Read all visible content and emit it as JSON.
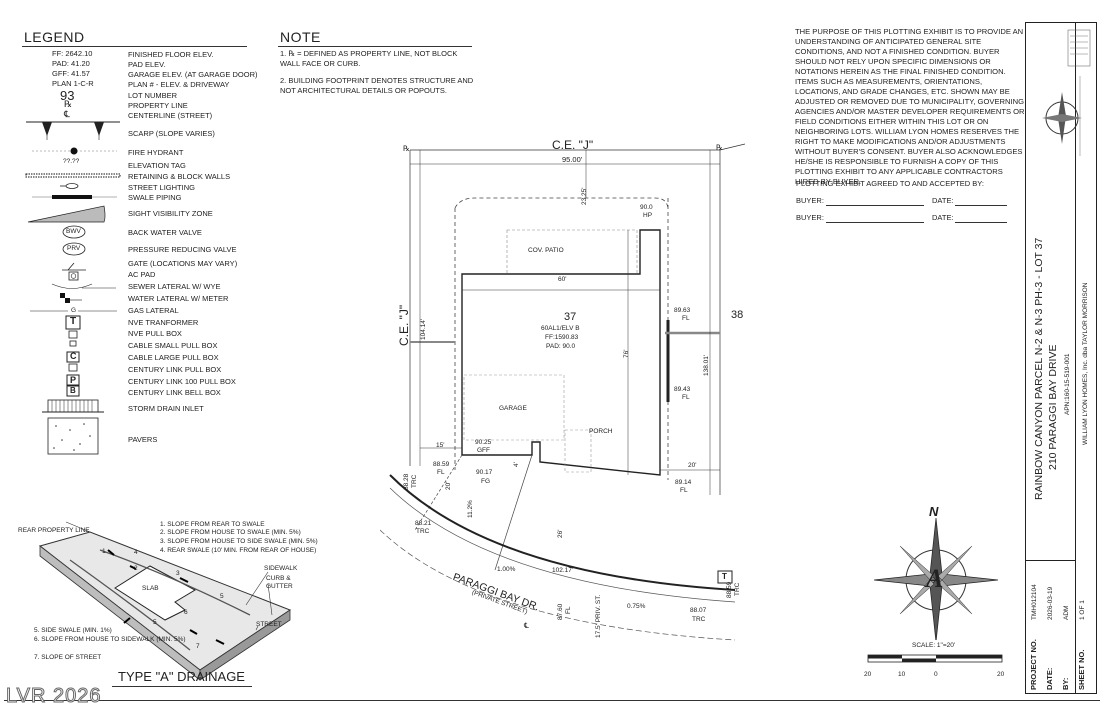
{
  "legend": {
    "title": "LEGEND",
    "lines": [
      {
        "code": "FF: 2642.10",
        "desc": "FINISHED FLOOR ELEV."
      },
      {
        "code": "PAD: 41.20",
        "desc": "PAD ELEV."
      },
      {
        "code": "GFF: 41.57",
        "desc": "GARAGE ELEV. (AT GARAGE DOOR)"
      },
      {
        "code": "PLAN 1-C-R",
        "desc": "PLAN # - ELEV. & DRIVEWAY"
      },
      {
        "code": "93",
        "desc": "LOT NUMBER"
      },
      {
        "code": "℞",
        "desc": "PROPERTY LINE"
      },
      {
        "code": "℄",
        "desc": "CENTERLINE (STREET)"
      }
    ],
    "symbols": [
      "SCARP (SLOPE VARIES)",
      "FIRE HYDRANT",
      "ELEVATION TAG",
      "RETAINING & BLOCK WALLS",
      "STREET LIGHTING",
      "SWALE PIPING",
      "SIGHT VISIBILITY ZONE",
      "BACK WATER VALVE",
      "PRESSURE REDUCING VALVE",
      "GATE (LOCATIONS MAY VARY)",
      "AC PAD",
      "SEWER LATERAL W/ WYE",
      "WATER LATERAL W/ METER",
      "GAS LATERAL",
      "NVE TRANFORMER",
      "NVE PULL BOX",
      "CABLE SMALL PULL BOX",
      "CABLE LARGE PULL BOX",
      "CENTURY LINK PULL BOX",
      "CENTURY LINK 100 PULL BOX",
      "CENTURY LINK BELL BOX",
      "STORM DRAIN INLET",
      "PAVERS"
    ],
    "symbol_marks": {
      "bwv": "BWV",
      "prv": "PRV",
      "gas": "G",
      "transformer": "T",
      "cable_large": "C",
      "cl_100": "P",
      "bell": "B",
      "elev_tag": "??.??"
    }
  },
  "note": {
    "title": "NOTE",
    "item1": "1.  ℞  = DEFINED AS PROPERTY LINE, NOT BLOCK WALL FACE OR CURB.",
    "item2": "2. BUILDING FOOTPRINT DENOTES STRUCTURE AND NOT ARCHITECTURAL DETAILS OR POPOUTS."
  },
  "drainage": {
    "title": "TYPE \"A\" DRAINAGE",
    "rear_property_line": "REAR PROPERTY LINE",
    "notes_top": [
      "1. SLOPE FROM REAR TO SWALE",
      "2. SLOPE FROM HOUSE TO SWALE (MIN. 5%)",
      "3. SLOPE FROM HOUSE TO SIDE SWALE (MIN. 5%)",
      "4. REAR SWALE (10' MIN. FROM REAR OF HOUSE)"
    ],
    "notes_bottom": [
      "5. SIDE SWALE (MIN. 1%)",
      "6. SLOPE FROM HOUSE TO SIDEWALK (MIN. 5%)",
      "7. SLOPE OF STREET"
    ],
    "slab": "SLAB",
    "sidewalk": "SIDEWALK",
    "curb": "CURB & GUTTER",
    "street": "STREET",
    "numbers": [
      "1",
      "2",
      "3",
      "4",
      "5",
      "5",
      "6",
      "7"
    ]
  },
  "plot": {
    "ce_top": "C.E. \"J\"",
    "ce_left": "C.E. \"J\"",
    "lot_number": "37",
    "plan": "60AL1/ELV B",
    "ff": "FF:1590.83",
    "pad": "PAD: 90.0",
    "neighbor_lot": "38",
    "cov_patio": "COV. PATIO",
    "garage": "GARAGE",
    "porch": "PORCH",
    "street_name": "PARAGGI BAY DR.",
    "private_street": "(PRIVATE STREET)",
    "private_width": "17.5' PRIV. ST.",
    "pl": "℞",
    "cl": "℄",
    "transformer_mark": "T",
    "dims": {
      "top_width": "95.00'",
      "rear_setback": "23.25'",
      "house_width": "60'",
      "house_depth": "76'",
      "left_depth": "104.14'",
      "right_depth": "138.01'",
      "front_left": "15'",
      "side_right": "20'",
      "drive": "26'",
      "four": "4'",
      "arc": "102.17'",
      "slope1": "1.00%",
      "slope2": "0.75%",
      "slope3": "11.2%",
      "slope4": "20'"
    },
    "elevs": {
      "hp_val": "90.0",
      "hp": "HP",
      "e1": "89.63",
      "e1l": "FL",
      "e2": "89.43",
      "e2l": "FL",
      "e3": "89.14",
      "e3l": "FL",
      "gff_val": "90.25",
      "gff": "GFF",
      "fl_left_val": "88.59",
      "fl_left": "FL",
      "fg_val": "90.17",
      "fg": "FG",
      "trc1_val": "88.28",
      "trc1": "TRC",
      "trc2_val": "88.21",
      "trc2": "TRC",
      "fl_st_val": "87.60",
      "fl_st": "FL",
      "trc3_val": "88.07",
      "trc3": "TRC",
      "trc4_val": "88.59",
      "trc4": "TRC"
    }
  },
  "purpose": {
    "text": "THE PURPOSE OF THIS PLOTTING EXHIBIT IS TO PROVIDE AN UNDERSTANDING OF ANTICIPATED GENERAL SITE CONDITIONS, AND NOT A FINISHED CONDITION. BUYER SHOULD NOT RELY UPON SPECIFIC DIMENSIONS OR NOTATIONS HEREIN AS THE FINAL FINISHED CONDITION. ITEMS SUCH AS MEASUREMENTS, ORIENTATIONS, LOCATIONS, AND GRADE CHANGES, ETC. SHOWN MAY BE ADJUSTED OR REMOVED DUE TO MUNICIPALITY, GOVERNING AGENCIES AND/OR MASTER DEVELOPER REQUIREMENTS OR FIELD CONDITIONS EITHER WITHIN THIS LOT OR ON NEIGHBORING LOTS. WILLIAM LYON HOMES RESERVES THE RIGHT TO MAKE MODIFICATIONS AND/OR ADJUSTMENTS WITHOUT BUYER'S CONSENT. BUYER ALSO ACKNOWLEDGES HE/SHE IS RESPONSIBLE TO FURNISH A COPY OF THIS PLOTTING EXHIBIT TO ANY APPLICABLE CONTRACTORS HIRED BY BUYER.",
    "agreed": "PLOTTING EXHIBIT AGREED TO AND ACCEPTED BY:",
    "buyer": "BUYER:",
    "date": "DATE:"
  },
  "title_block": {
    "project_line1": "RAINBOW CANYON PARCEL N-2 & N-3 PH-3 - LOT 37",
    "address": "210 PARAGGI BAY DRIVE",
    "apn": "APN:160-15-519-001",
    "builder": "WILLIAM LYON HOMES, Inc. dba TAYLOR MORRISON",
    "project_no_label": "PROJECT NO.",
    "project_no": "TMH012104",
    "date_label": "DATE:",
    "date": "2026-03-19",
    "by_label": "BY:",
    "by": "ADM",
    "sheet_label": "SHEET NO.",
    "sheet": "1 OF 1"
  },
  "compass": {
    "north": "N",
    "letter": "A"
  },
  "scale": {
    "label": "SCALE: 1\"=20'",
    "ticks": [
      "20",
      "10",
      "0",
      "20"
    ]
  },
  "watermark": "LVR 2026"
}
